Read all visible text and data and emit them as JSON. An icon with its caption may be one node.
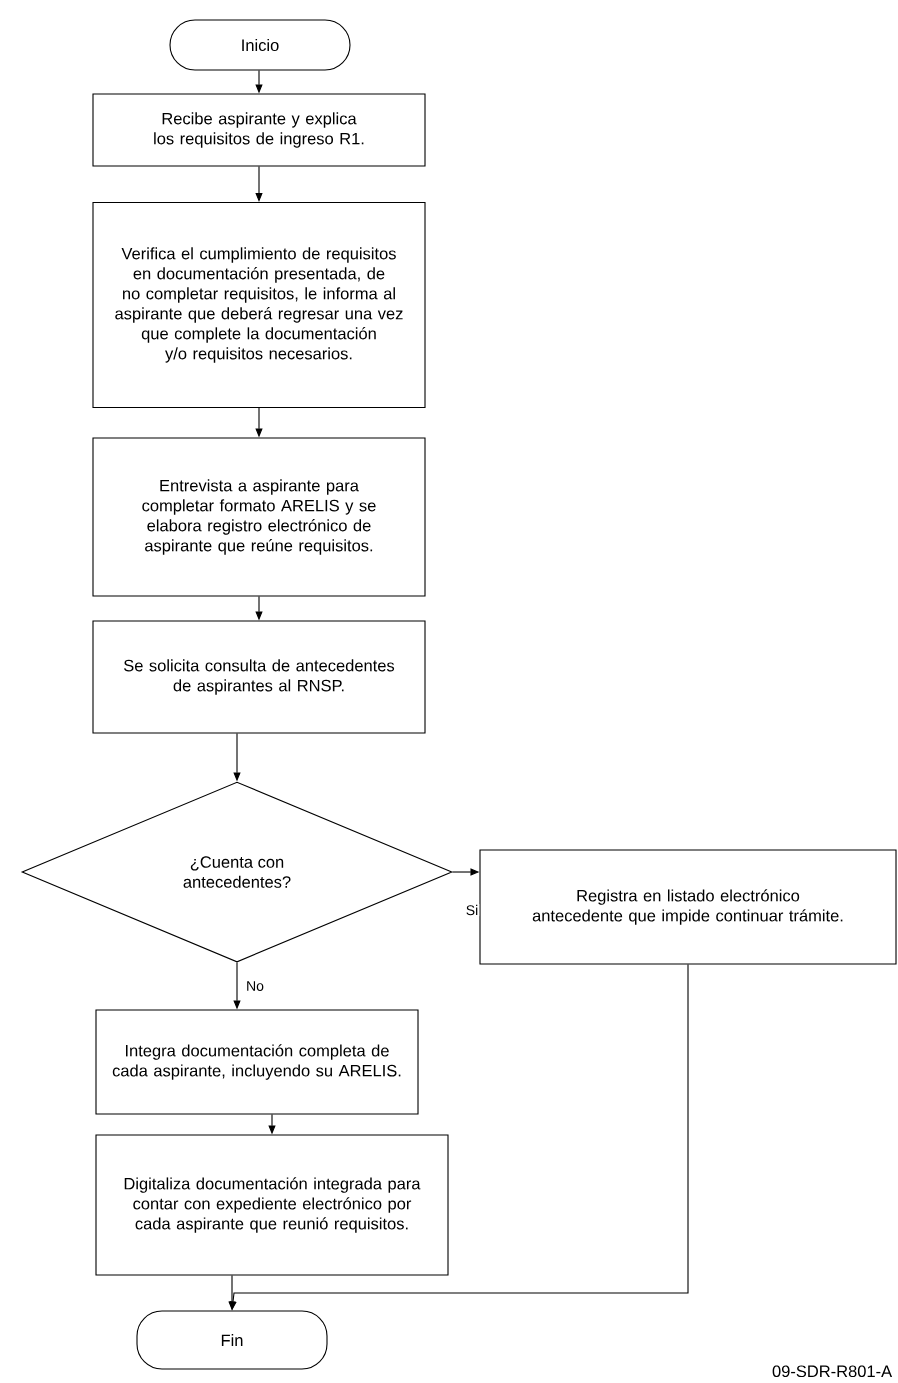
{
  "diagram": {
    "nodes": [
      {
        "text": [
          "Inicio"
        ]
      },
      {
        "text": [
          "Recibe aspirante y explica los requisitos de ingreso R1."
        ]
      },
      {
        "text": [
          "Verifica el cumplimiento de requisitos en documentación presentada, de no completar requisitos, le informa al aspirante que deberá regresar una vez que complete la documentación y/o requisitos necesarios."
        ]
      },
      {
        "text": [
          "Entrevista a aspirante para completar formato ARELIS y se elabora registro electrónico de aspirante que reúne requisitos."
        ]
      },
      {
        "text": [
          "Se solicita consulta de antecedentes de aspirantes al RNSP."
        ]
      },
      {
        "text": [
          "¿Cuenta con antecedentes?"
        ]
      },
      {
        "text": [
          "Registra en listado electrónico antecedente que impide continuar trámite."
        ]
      },
      {
        "text": [
          "Integra documentación completa de cada aspirante, incluyendo su ARELIS."
        ]
      },
      {
        "text": [
          "Digitaliza documentación integrada para contar con expediente electrónico por cada aspirante que reunió requisitos."
        ]
      },
      {
        "text": [
          "Fin"
        ]
      }
    ],
    "edges": [
      {
        "from": 0,
        "to": 1,
        "arrow": "to"
      },
      {
        "from": 1,
        "to": 2,
        "arrow": "to"
      },
      {
        "from": 2,
        "to": 3,
        "arrow": "to"
      },
      {
        "from": 3,
        "to": 4,
        "arrow": "to"
      },
      {
        "from": 4,
        "to": 5,
        "arrow": "to"
      },
      {
        "from": 5,
        "to": 6,
        "arrow": "to",
        "label": "Si"
      },
      {
        "from": 5,
        "to": 7,
        "arrow": "to",
        "label": "No"
      },
      {
        "from": 7,
        "to": 8,
        "arrow": "to"
      },
      {
        "from": 8,
        "to": 9,
        "arrow": "to"
      },
      {
        "from": 6,
        "to": 9,
        "arrow": "to"
      }
    ],
    "labels": [
      "09-SDR-R801-A"
    ]
  }
}
